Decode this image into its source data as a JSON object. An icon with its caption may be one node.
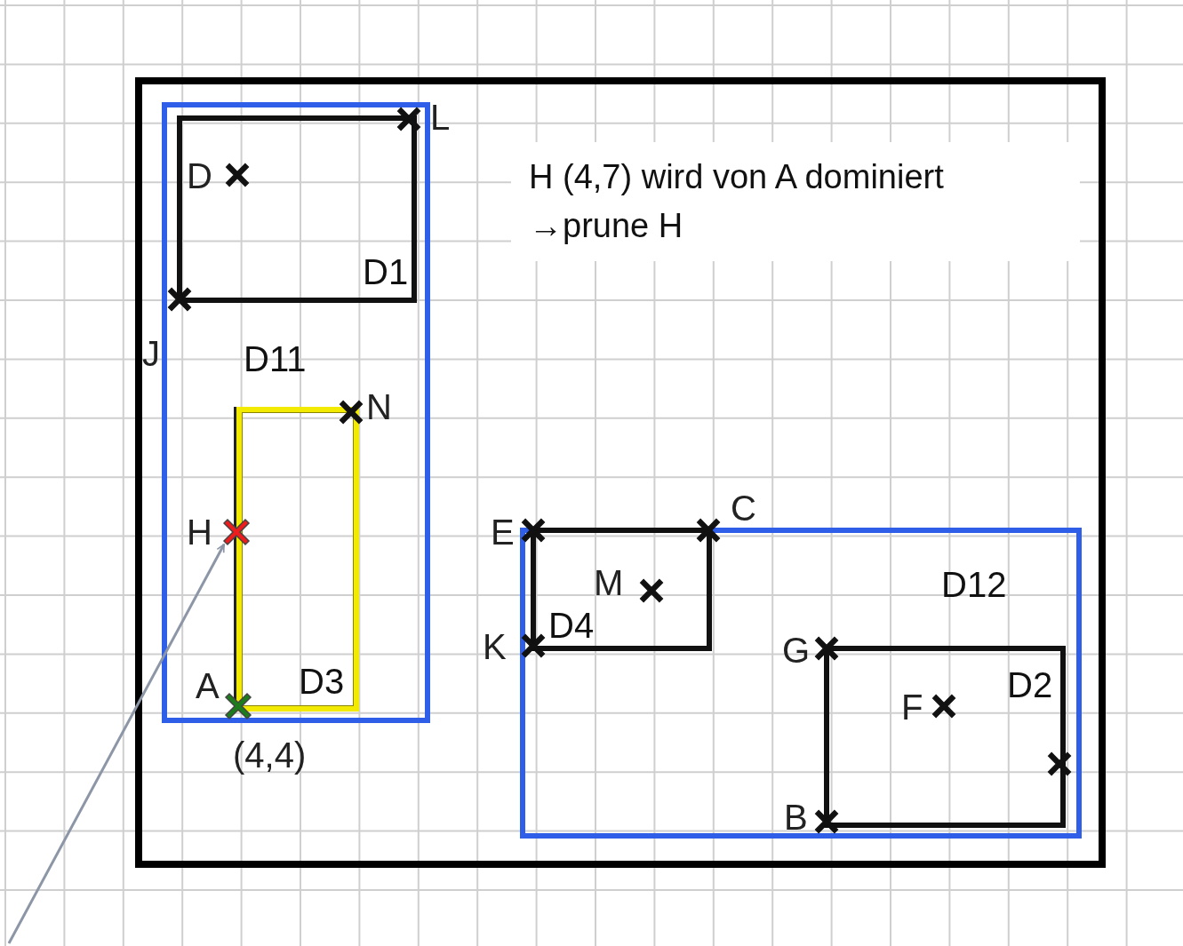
{
  "diagram": {
    "nodes": [
      {
        "text": [],
        "shape": "box"
      },
      {
        "text": [
          "D11"
        ],
        "in": 0
      },
      {
        "text": [
          "D1"
        ],
        "in": 1
      },
      {
        "text": [
          "D3"
        ],
        "in": 1
      },
      {
        "text": [
          "D12"
        ],
        "in": 0
      },
      {
        "text": [
          "D4"
        ],
        "in": 4
      },
      {
        "text": [
          "D2"
        ],
        "in": 4
      },
      {
        "text": [],
        "shape": "cross",
        "in": 1
      }
    ],
    "edges": [
      {
        "from": null,
        "to": 7,
        "arrow": "to",
        "color": "#8c96a6"
      }
    ],
    "labels": [
      "L",
      "D",
      "H (4,7) wird von A dominiert →prune H",
      "J",
      "N",
      "C",
      "E",
      "H",
      "M",
      "K",
      "G",
      "A",
      "F",
      "(4,4)",
      "B"
    ]
  }
}
